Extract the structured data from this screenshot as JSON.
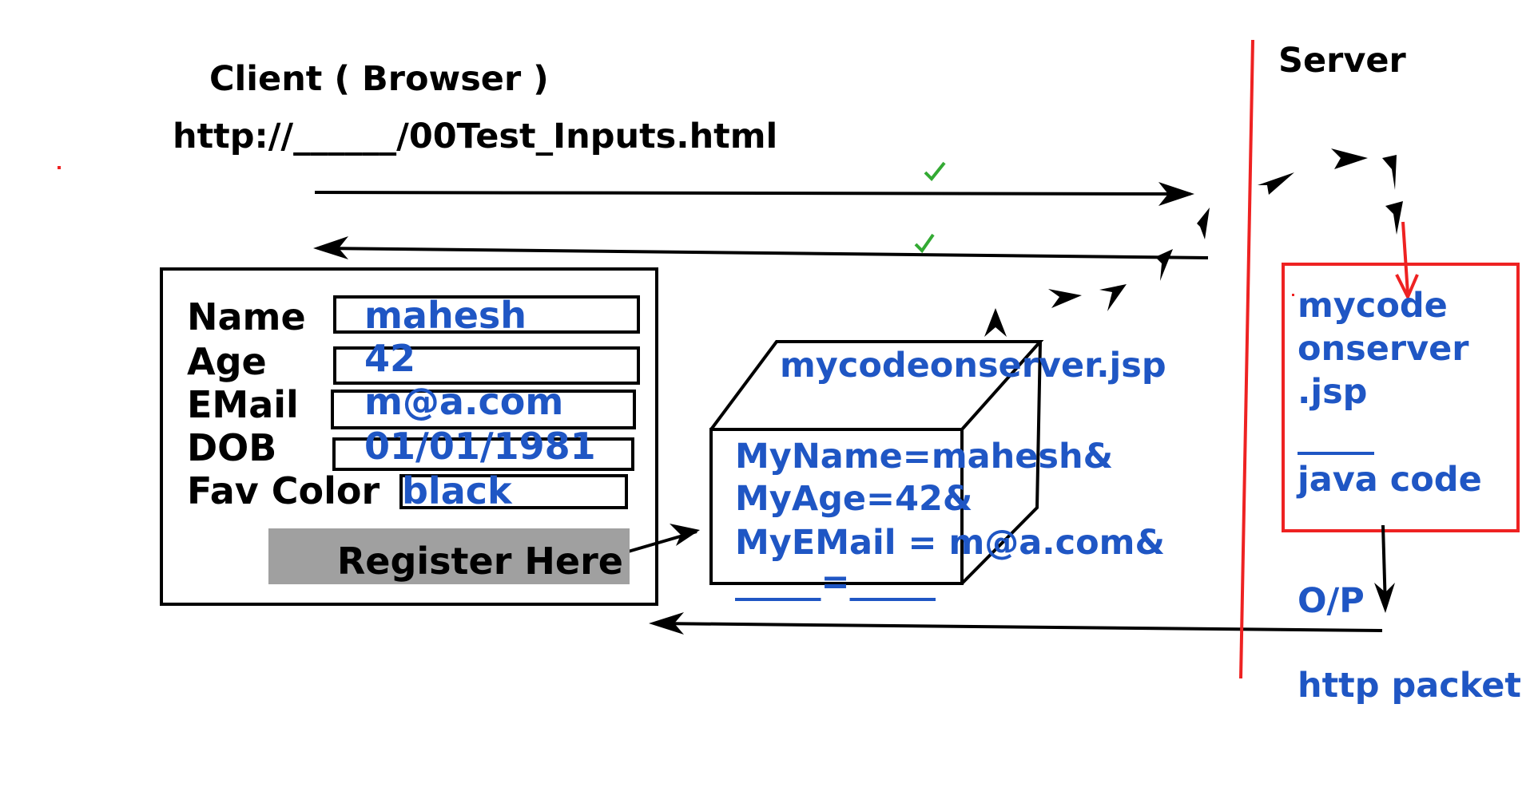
{
  "client": {
    "title": "Client ( Browser )",
    "url": "http://______/00Test_Inputs.html"
  },
  "server": {
    "title": "Server",
    "code_box": {
      "line1": "mycode",
      "line2": "onserver",
      "line3": ".jsp",
      "line4": "java code"
    },
    "output_label": "O/P",
    "packet_label": "http packet"
  },
  "form": {
    "fields": [
      {
        "label": "Name",
        "value": "mahesh"
      },
      {
        "label": "Age",
        "value": "42"
      },
      {
        "label": "EMail",
        "value": "m@a.com"
      },
      {
        "label": "DOB",
        "value": "01/01/1981"
      },
      {
        "label": "Fav Color",
        "value": "black"
      }
    ],
    "submit_label": "Register Here"
  },
  "packet": {
    "target": "mycodeonserver.jsp",
    "lines": [
      "MyName=mahesh&",
      "MyAge=42&",
      "MyEMail = m@a.com&"
    ],
    "placeholder": "_____=_____"
  },
  "colors": {
    "ink": "#000000",
    "blue_text": "#1f56c4",
    "red": "#ee2222",
    "green_check": "#33aa33",
    "button_gray": "#a0a0a0"
  }
}
